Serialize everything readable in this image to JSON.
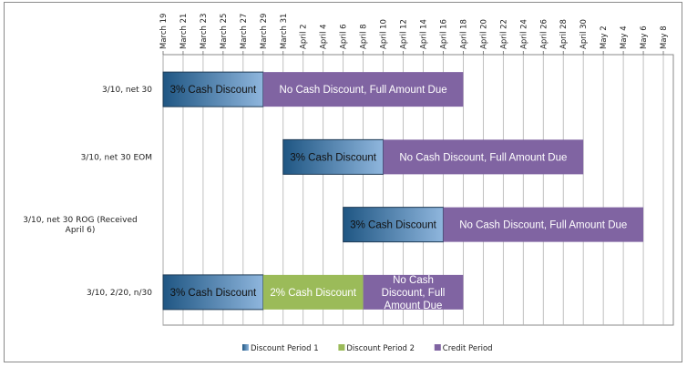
{
  "colors": {
    "discount1_light": "#8fb6dd",
    "discount1_dark": "#1f5683",
    "discount2": "#9bbb59",
    "credit": "#8064a2",
    "grid": "#b0b0b0"
  },
  "chart_data": {
    "type": "bar",
    "orientation": "horizontal-stacked",
    "ticks": [
      "March 19",
      "March 21",
      "March 23",
      "March 25",
      "March 27",
      "March 29",
      "March 31",
      "April 2",
      "April 4",
      "April 6",
      "April 8",
      "April 10",
      "April 12",
      "April 14",
      "April 16",
      "April 18",
      "April 20",
      "April 22",
      "April 24",
      "April 26",
      "April 28",
      "April 30",
      "May 2",
      "May 4",
      "May 6",
      "May 8"
    ],
    "xlim": [
      "2024-03-19",
      "2024-05-09"
    ],
    "categories": [
      "3/10, net 30",
      "3/10, net 30 EOM",
      "3/10, net 30 ROG (Received April 6)",
      "3/10, 2/20, n/30"
    ],
    "series": [
      {
        "name": "Discount Period 1",
        "color_key": "discount1"
      },
      {
        "name": "Discount Period 2",
        "color_key": "discount2"
      },
      {
        "name": "Credit Period",
        "color_key": "credit"
      }
    ],
    "rows": [
      {
        "category": "3/10, net 30",
        "segments": [
          {
            "series": "Discount Period 1",
            "start": "2024-03-19",
            "end": "2024-03-29",
            "label": "3% Cash Discount"
          },
          {
            "series": "Credit Period",
            "start": "2024-03-29",
            "end": "2024-04-18",
            "label": "No Cash Discount, Full Amount Due"
          }
        ]
      },
      {
        "category": "3/10, net 30 EOM",
        "segments": [
          {
            "series": "Discount Period 1",
            "start": "2024-03-31",
            "end": "2024-04-10",
            "label": "3% Cash Discount"
          },
          {
            "series": "Credit Period",
            "start": "2024-04-10",
            "end": "2024-04-30",
            "label": "No Cash Discount, Full Amount Due"
          }
        ]
      },
      {
        "category": "3/10, net 30 ROG (Received April 6)",
        "segments": [
          {
            "series": "Discount Period 1",
            "start": "2024-04-06",
            "end": "2024-04-16",
            "label": "3% Cash Discount"
          },
          {
            "series": "Credit Period",
            "start": "2024-04-16",
            "end": "2024-05-06",
            "label": "No Cash Discount, Full Amount Due"
          }
        ]
      },
      {
        "category": "3/10, 2/20, n/30",
        "segments": [
          {
            "series": "Discount Period 1",
            "start": "2024-03-19",
            "end": "2024-03-29",
            "label": "3% Cash Discount"
          },
          {
            "series": "Discount Period 2",
            "start": "2024-03-29",
            "end": "2024-04-08",
            "label": "2% Cash Discount"
          },
          {
            "series": "Credit Period",
            "start": "2024-04-08",
            "end": "2024-04-18",
            "label": "No Cash Discount, Full Amount Due"
          }
        ]
      }
    ],
    "legend": [
      "Discount Period 1",
      "Discount Period 2",
      "Credit Period"
    ],
    "legend_position": "bottom",
    "grid": true
  }
}
